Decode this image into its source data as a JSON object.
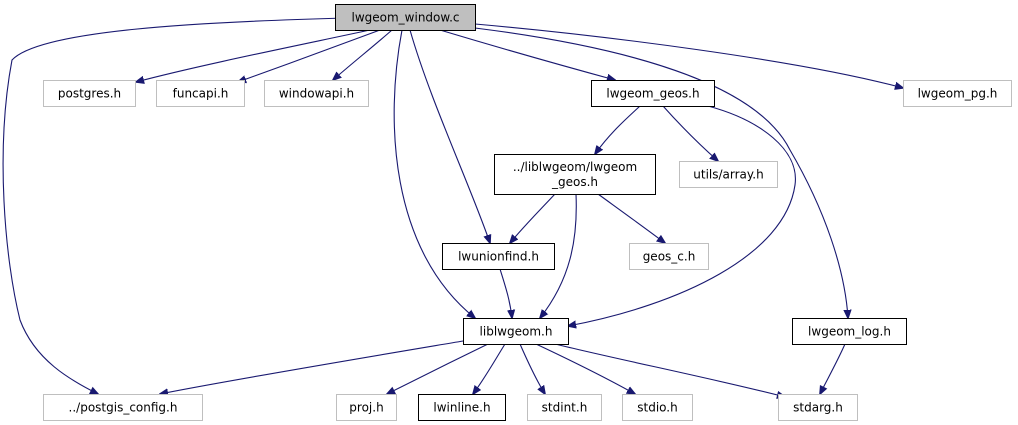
{
  "diagram": {
    "type": "include-dependency-graph",
    "colors": {
      "edge": "#191970",
      "root_fill": "#bfbfbf",
      "root_stroke": "#000000",
      "documented_stroke": "#000000",
      "undocumented_stroke": "#bfbfbf",
      "node_fill": "#ffffff"
    },
    "nodes": [
      {
        "id": "root",
        "label": "lwgeom_window.c",
        "kind": "root"
      },
      {
        "id": "postgres",
        "label": "postgres.h",
        "kind": "external"
      },
      {
        "id": "funcapi",
        "label": "funcapi.h",
        "kind": "external"
      },
      {
        "id": "windowapi",
        "label": "windowapi.h",
        "kind": "external"
      },
      {
        "id": "lwgeom_geos",
        "label": "lwgeom_geos.h",
        "kind": "documented"
      },
      {
        "id": "lwgeom_pg",
        "label": "lwgeom_pg.h",
        "kind": "external"
      },
      {
        "id": "liblwgeom_geos",
        "label": "../liblwgeom/lwgeom\n_geos.h",
        "label_lines": [
          "../liblwgeom/lwgeom",
          "_geos.h"
        ],
        "kind": "documented"
      },
      {
        "id": "utils_array",
        "label": "utils/array.h",
        "kind": "external"
      },
      {
        "id": "lwunionfind",
        "label": "lwunionfind.h",
        "kind": "documented"
      },
      {
        "id": "geos_c",
        "label": "geos_c.h",
        "kind": "external"
      },
      {
        "id": "liblwgeom",
        "label": "liblwgeom.h",
        "kind": "documented"
      },
      {
        "id": "lwgeom_log",
        "label": "lwgeom_log.h",
        "kind": "documented"
      },
      {
        "id": "postgis_config",
        "label": "../postgis_config.h",
        "kind": "external"
      },
      {
        "id": "proj",
        "label": "proj.h",
        "kind": "external"
      },
      {
        "id": "lwinline",
        "label": "lwinline.h",
        "kind": "documented"
      },
      {
        "id": "stdint",
        "label": "stdint.h",
        "kind": "external"
      },
      {
        "id": "stdio",
        "label": "stdio.h",
        "kind": "external"
      },
      {
        "id": "stdarg",
        "label": "stdarg.h",
        "kind": "external"
      }
    ],
    "edges": [
      {
        "from": "root",
        "to": "postgres"
      },
      {
        "from": "root",
        "to": "funcapi"
      },
      {
        "from": "root",
        "to": "windowapi"
      },
      {
        "from": "root",
        "to": "lwgeom_geos"
      },
      {
        "from": "root",
        "to": "lwgeom_pg"
      },
      {
        "from": "root",
        "to": "postgis_config"
      },
      {
        "from": "root",
        "to": "liblwgeom"
      },
      {
        "from": "root",
        "to": "lwunionfind"
      },
      {
        "from": "root",
        "to": "lwgeom_log"
      },
      {
        "from": "lwgeom_geos",
        "to": "liblwgeom_geos"
      },
      {
        "from": "lwgeom_geos",
        "to": "utils_array"
      },
      {
        "from": "lwgeom_geos",
        "to": "liblwgeom"
      },
      {
        "from": "liblwgeom_geos",
        "to": "lwunionfind"
      },
      {
        "from": "liblwgeom_geos",
        "to": "geos_c"
      },
      {
        "from": "liblwgeom_geos",
        "to": "liblwgeom"
      },
      {
        "from": "lwunionfind",
        "to": "liblwgeom"
      },
      {
        "from": "liblwgeom",
        "to": "postgis_config"
      },
      {
        "from": "liblwgeom",
        "to": "proj"
      },
      {
        "from": "liblwgeom",
        "to": "lwinline"
      },
      {
        "from": "liblwgeom",
        "to": "stdint"
      },
      {
        "from": "liblwgeom",
        "to": "stdio"
      },
      {
        "from": "liblwgeom",
        "to": "stdarg"
      },
      {
        "from": "lwgeom_log",
        "to": "stdarg"
      }
    ]
  }
}
